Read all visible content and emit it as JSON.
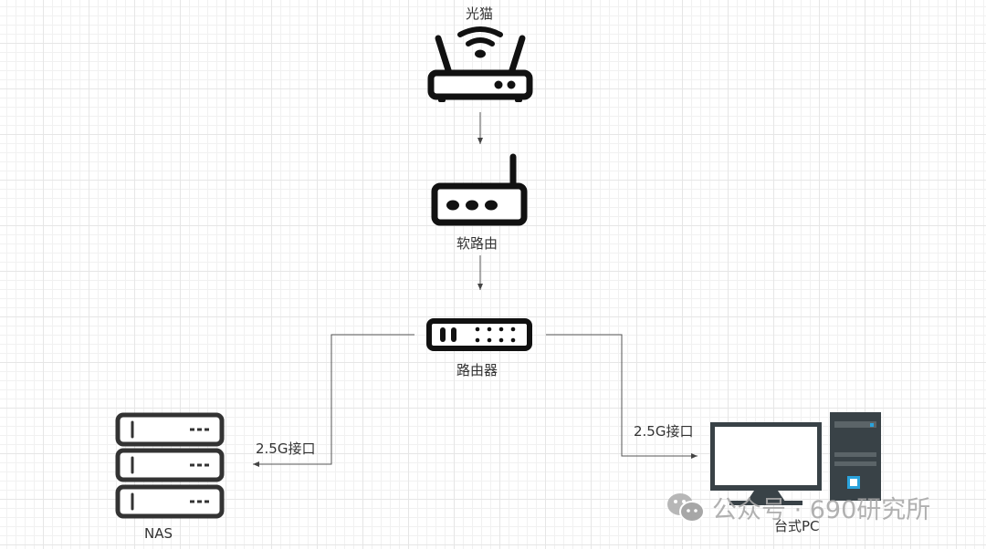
{
  "diagram": {
    "nodes": {
      "modem": {
        "label": "光猫"
      },
      "soft_router": {
        "label": "软路由"
      },
      "router": {
        "label": "路由器"
      },
      "nas": {
        "label": "NAS"
      },
      "pc": {
        "label": "台式PC"
      }
    },
    "edges": [
      {
        "from": "modem",
        "to": "soft_router",
        "label": ""
      },
      {
        "from": "soft_router",
        "to": "router",
        "label": ""
      },
      {
        "from": "router",
        "to": "nas",
        "label": "2.5G接口"
      },
      {
        "from": "router",
        "to": "pc",
        "label": "2.5G接口"
      }
    ]
  },
  "colors": {
    "icon_stroke": "#111111",
    "pc_body": "#394247",
    "pc_accent": "#2aa3dc",
    "edge": "#555555"
  },
  "watermark": {
    "text": "公众号 · 690研究所",
    "icon": "wechat-icon"
  }
}
